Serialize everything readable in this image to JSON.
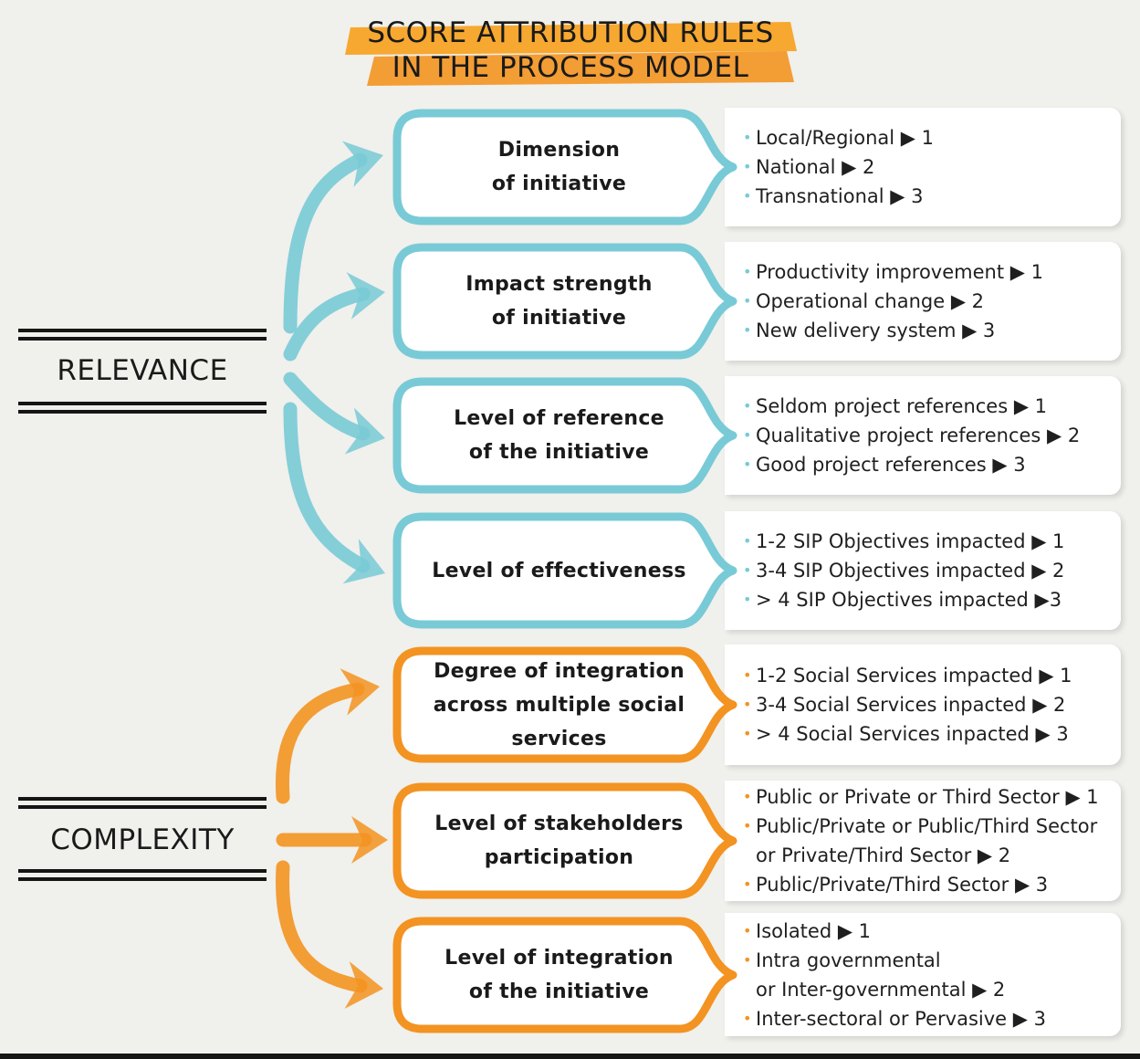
{
  "title": {
    "line1": "SCORE ATTRIBUTION RULES",
    "line2": "IN THE PROCESS MODEL"
  },
  "colors": {
    "relevance": "#78cad6",
    "complexity": "#f39321",
    "background": "#f0f0ec",
    "title_highlight": "#f7a01d"
  },
  "categories": [
    {
      "label": "RELEVANCE"
    },
    {
      "label": "COMPLEXITY"
    }
  ],
  "criteria": [
    {
      "title": "Dimension\nof initiative",
      "group": "relevance",
      "rules": [
        "Local/Regional ▶ 1",
        "National ▶ 2",
        "Transnational ▶ 3"
      ]
    },
    {
      "title": "Impact strength\nof initiative",
      "group": "relevance",
      "rules": [
        "Productivity improvement ▶ 1",
        "Operational change ▶ 2",
        "New delivery system ▶ 3"
      ]
    },
    {
      "title": "Level of reference\nof the initiative",
      "group": "relevance",
      "rules": [
        "Seldom project references ▶ 1",
        "Qualitative project references ▶ 2",
        "Good project references ▶ 3"
      ]
    },
    {
      "title": "Level of effectiveness",
      "group": "relevance",
      "rules": [
        "1-2 SIP Objectives impacted ▶ 1",
        "3-4 SIP Objectives impacted ▶ 2",
        "> 4 SIP Objectives impacted ▶3"
      ]
    },
    {
      "title": "Degree of integration\nacross multiple social\nservices",
      "group": "complexity",
      "rules": [
        "1-2 Social Services impacted ▶ 1",
        "3-4 Social Services inpacted ▶ 2",
        "> 4 Social Services inpacted ▶ 3"
      ]
    },
    {
      "title": "Level of stakeholders\nparticipation",
      "group": "complexity",
      "rules": [
        "Public or Private or Third Sector ▶ 1",
        "Public/Private or Public/Third Sector\nor Private/Third Sector ▶ 2",
        "Public/Private/Third Sector ▶ 3"
      ]
    },
    {
      "title": "Level of integration\nof the initiative",
      "group": "complexity",
      "rules": [
        "Isolated ▶ 1",
        "Intra governmental\nor Inter-governmental ▶ 2",
        "Inter-sectoral or Pervasive ▶ 3"
      ]
    }
  ]
}
